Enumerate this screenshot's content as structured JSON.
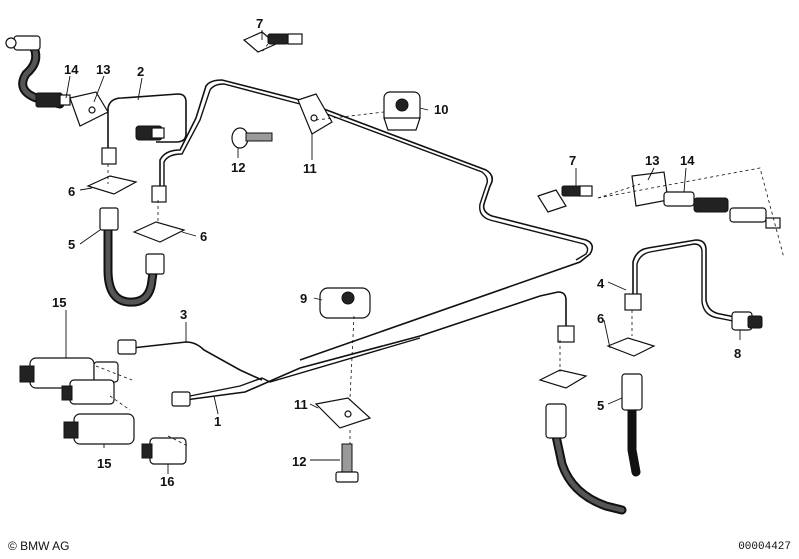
{
  "callouts": {
    "c1": "1",
    "c2": "2",
    "c3": "3",
    "c4": "4",
    "c5a": "5",
    "c5b": "5",
    "c6a": "6",
    "c6b": "6",
    "c6c": "6",
    "c7a": "7",
    "c7b": "7",
    "c8": "8",
    "c9": "9",
    "c10": "10",
    "c11a": "11",
    "c11b": "11",
    "c12a": "12",
    "c12b": "12",
    "c13a": "13",
    "c13b": "13",
    "c14a": "14",
    "c14b": "14",
    "c15a": "15",
    "c15b": "15",
    "c16": "16"
  },
  "footer": {
    "copyright": "© BMW AG",
    "doc_number": "00004427"
  }
}
